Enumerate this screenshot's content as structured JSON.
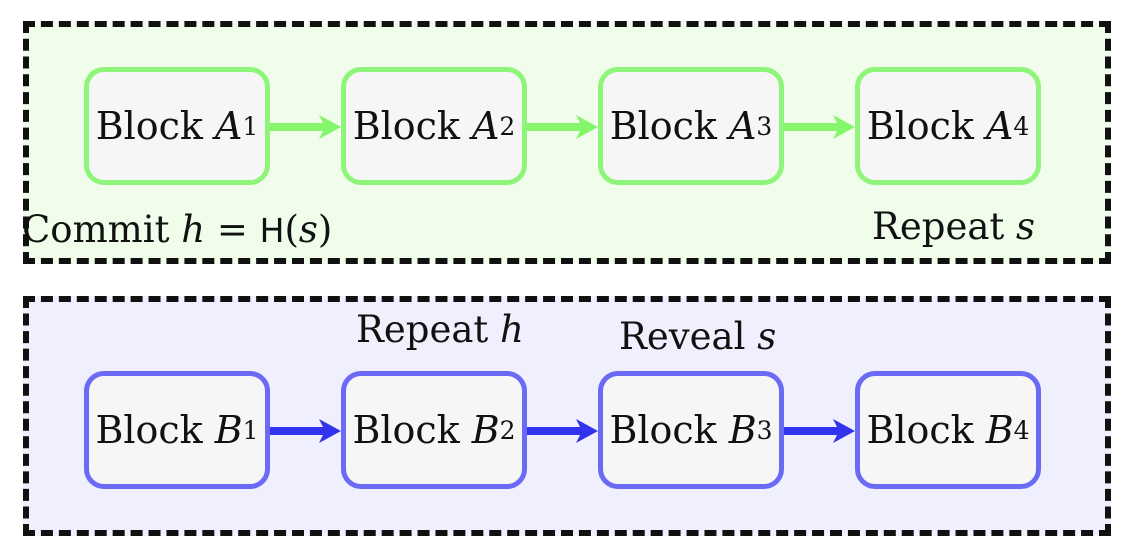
{
  "colors": {
    "panel_a_fill": "#effdea",
    "panel_b_fill": "#efeffd",
    "chain_a_border": "#8ff57a",
    "chain_a_arrow": "#85f56b",
    "chain_b_border": "#6a6af5",
    "chain_b_arrow": "#3333ee",
    "block_fill": "#f6f6f6",
    "dashed_border": "#111111"
  },
  "chain_a": {
    "blocks": [
      {
        "word": "Block",
        "var": "A",
        "sub": "1"
      },
      {
        "word": "Block",
        "var": "A",
        "sub": "2"
      },
      {
        "word": "Block",
        "var": "A",
        "sub": "3"
      },
      {
        "word": "Block",
        "var": "A",
        "sub": "4"
      }
    ],
    "commit_label": {
      "word": "Commit",
      "var": "h",
      "eq": "=",
      "func": "H",
      "open": "(",
      "arg": "s",
      "close": ")"
    },
    "repeat_label": {
      "word": "Repeat",
      "var": "s"
    }
  },
  "chain_b": {
    "blocks": [
      {
        "word": "Block",
        "var": "B",
        "sub": "1"
      },
      {
        "word": "Block",
        "var": "B",
        "sub": "2"
      },
      {
        "word": "Block",
        "var": "B",
        "sub": "3"
      },
      {
        "word": "Block",
        "var": "B",
        "sub": "4"
      }
    ],
    "repeat_label": {
      "word": "Repeat",
      "var": "h"
    },
    "reveal_label": {
      "word": "Reveal",
      "var": "s"
    }
  }
}
